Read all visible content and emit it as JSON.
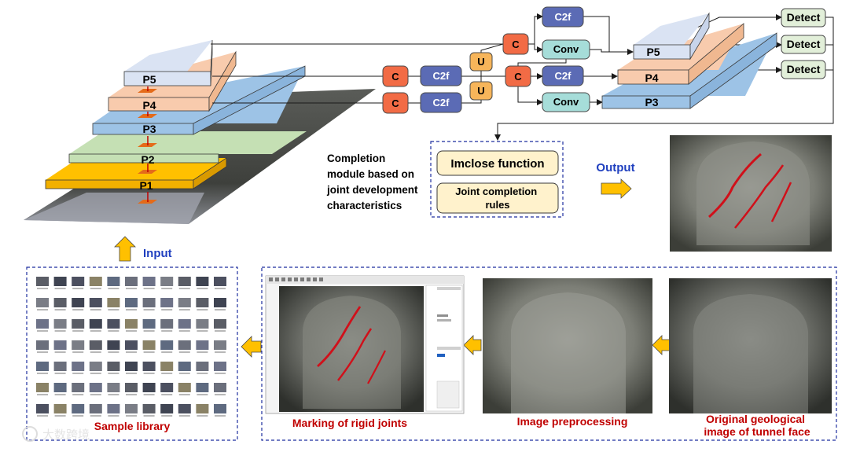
{
  "pyramid_levels": [
    "P5",
    "P4",
    "P3",
    "P2",
    "P1"
  ],
  "head_levels": [
    "P5",
    "P4",
    "P3"
  ],
  "nodes": {
    "concat": "C",
    "upsample": "U",
    "c2f": "C2f",
    "conv": "Conv",
    "detect": "Detect"
  },
  "completion_module": {
    "description": [
      "Completion",
      "module based on",
      "joint development",
      "characteristics"
    ],
    "function_label": "Imclose function",
    "rules_label": [
      "Joint completion",
      "rules"
    ]
  },
  "flow_labels": {
    "input": "Input",
    "output": "Output"
  },
  "pipeline": {
    "sample_library": "Sample library",
    "marking": "Marking of rigid joints",
    "preprocessing": "Image preprocessing",
    "original": [
      "Original geological",
      "image of tunnel face"
    ]
  },
  "colors": {
    "concat_fill": "#f26b45",
    "upsample_fill": "#f7b55a",
    "c2f_fill": "#5b6bb5",
    "conv_fill": "#a6ddd9",
    "detect_fill": "#e2efd9",
    "p5_fill": "#dae3f3",
    "p4_fill": "#f8cbad",
    "p3_fill": "#9dc3e6",
    "p2_fill": "#c5e0b4",
    "p1_fill": "#ffc000",
    "module_fill": "#fff2cc",
    "arrow_fill": "#ffc000",
    "joint_red": "#d0101a",
    "dashed_border": "#1f2f9f"
  },
  "watermark": "大数跨境"
}
